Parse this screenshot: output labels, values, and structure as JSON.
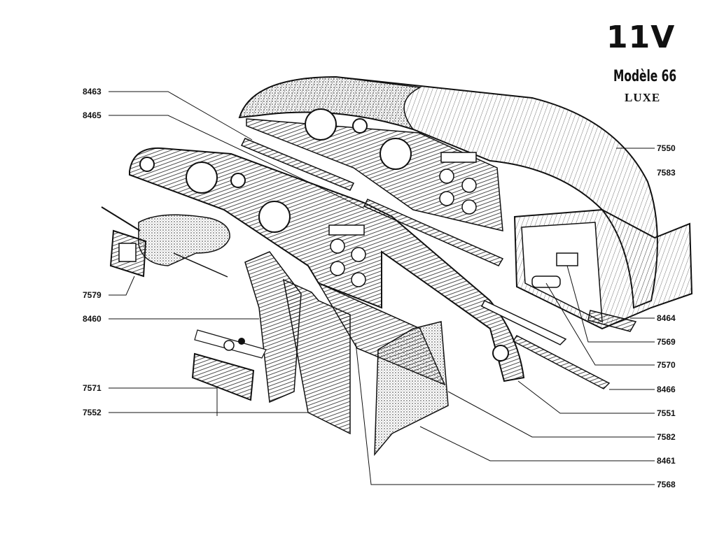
{
  "header": {
    "title": "11V",
    "model": "Modèle 66",
    "trim": "LUXE"
  },
  "part_labels": [
    "8463",
    "8465",
    "7579",
    "8460",
    "7571",
    "7552",
    "7550",
    "7583",
    "8464",
    "7569",
    "7570",
    "8466",
    "7551",
    "7582",
    "8461",
    "7568"
  ],
  "icons": {
    "upper_dashboard": "dashboard-upper-shell-icon",
    "lower_panel": "dashboard-facia-panel-icon",
    "instrument_housing": "instrument-housing-icon",
    "glovebox": "glovebox-icon",
    "ashtray": "ashtray-icon"
  },
  "colors": {
    "ink": "#111111",
    "paper": "#ffffff"
  }
}
